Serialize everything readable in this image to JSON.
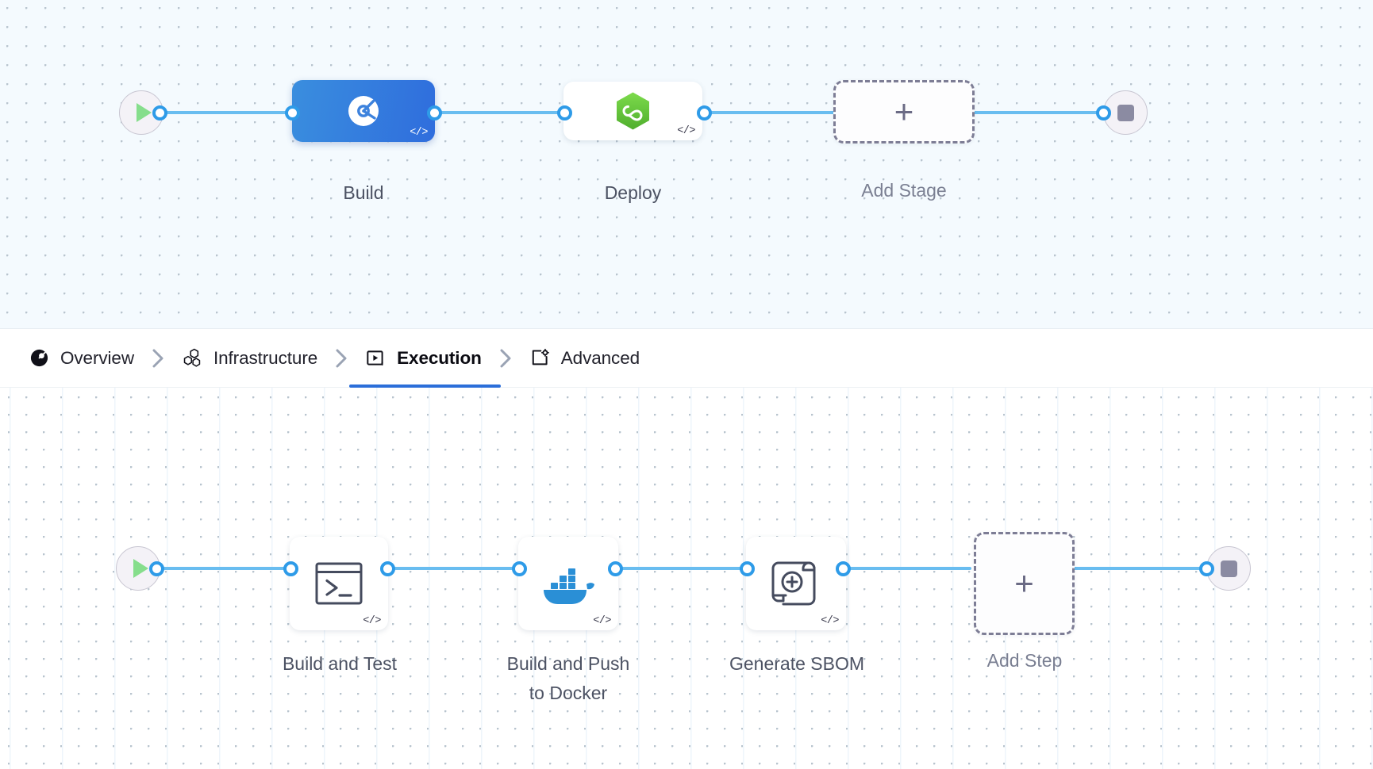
{
  "tabs": [
    {
      "label": "Overview",
      "icon": "pipeline-overview-icon",
      "active": false,
      "name": "tab-overview"
    },
    {
      "label": "Infrastructure",
      "icon": "hexagon-cluster-icon",
      "active": false,
      "name": "tab-infrastructure"
    },
    {
      "label": "Execution",
      "icon": "play-box-icon",
      "active": true,
      "name": "tab-execution"
    },
    {
      "label": "Advanced",
      "icon": "settings-card-icon",
      "active": false,
      "name": "tab-advanced"
    }
  ],
  "stages_pane": {
    "start_node": {
      "icon": "play-icon"
    },
    "end_node": {
      "icon": "stop-icon"
    },
    "stages": [
      {
        "label": "Build",
        "icon": "ci-pie-icon",
        "selected": true,
        "has_code_badge": true
      },
      {
        "label": "Deploy",
        "icon": "cd-hexagon-icon",
        "selected": false,
        "has_code_badge": true
      }
    ],
    "add_stage": {
      "label": "Add Stage",
      "icon": "plus-icon"
    }
  },
  "steps_pane": {
    "start_node": {
      "icon": "play-icon"
    },
    "end_node": {
      "icon": "stop-icon"
    },
    "steps": [
      {
        "label": "Build and Test",
        "icon": "terminal-icon",
        "has_code_badge": true
      },
      {
        "label": "Build and Push\nto Docker",
        "icon": "docker-icon",
        "has_code_badge": true
      },
      {
        "label": "Generate SBOM",
        "icon": "sbom-scroll-icon",
        "has_code_badge": true
      }
    ],
    "add_step": {
      "label": "Add Step",
      "icon": "plus-icon"
    }
  },
  "colors": {
    "accent_blue": "#2b6ed9",
    "edge_blue": "#69bdf0",
    "port_blue": "#2e9be8",
    "selected_node_gradient_from": "#3a8ede",
    "selected_node_gradient_to": "#2f6ddd",
    "deploy_green": "#62c93f",
    "docker_blue": "#2a8fd6",
    "start_play_green": "#86de8c",
    "stop_gray": "#8b8ba2",
    "stages_canvas_bg": "#f4fafe",
    "steps_canvas_bg": "#ffffff",
    "label_text": "#4c5263",
    "code_badge_text": "#3a3a4c"
  },
  "glyphs": {
    "code_badge": "</>",
    "plus": "+"
  }
}
